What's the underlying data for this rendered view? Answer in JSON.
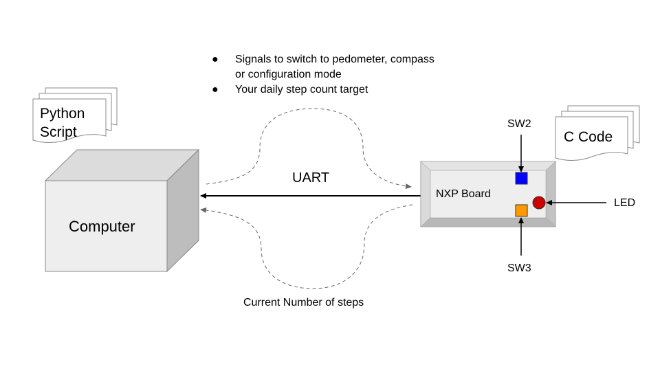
{
  "notes": {
    "bullet_1": "Signals to switch to pedometer, compass or configuration mode",
    "bullet_2": "Your daily step count target",
    "bullet_glyph": "●"
  },
  "labels": {
    "python_doc": "Python Script",
    "python_line1": "Python",
    "python_line2": "Script",
    "computer": "Computer",
    "link": "UART",
    "board": "NXP Board",
    "c_doc": "C Code",
    "sw2": "SW2",
    "sw3": "SW3",
    "led": "LED",
    "return_flow": "Current Number of steps"
  },
  "colors": {
    "sw2": "#0000ff",
    "sw3": "#ff9900",
    "led": "#cc0000",
    "box_face": "#eeeeee",
    "box_side": "#bdbdbd",
    "box_top": "#dcdcdc",
    "board_frame": "#cccccc",
    "board_face": "#eeeeee",
    "dashed": "#666666"
  }
}
